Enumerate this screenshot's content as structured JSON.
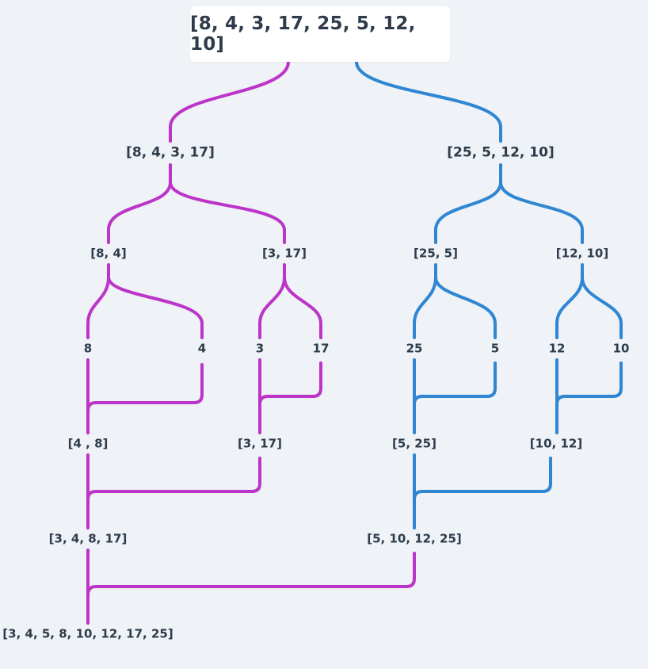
{
  "colors": {
    "left_branch": "#bb35c9",
    "right_branch": "#2f86d2",
    "background": "#eff2f6",
    "text": "#2d3b4a"
  },
  "root": "[8, 4, 3, 17, 25, 5, 12, 10]",
  "split": {
    "level1": [
      "[8, 4, 3, 17]",
      "[25, 5, 12, 10]"
    ],
    "level2": [
      "[8, 4]",
      "[3, 17]",
      "[25, 5]",
      "[12, 10]"
    ],
    "leaves": [
      "8",
      "4",
      "3",
      "17",
      "25",
      "5",
      "12",
      "10"
    ]
  },
  "merge": {
    "level1": [
      "[4 , 8]",
      "[3, 17]",
      "[5, 25]",
      "[10, 12]"
    ],
    "level2": [
      "[3, 4, 8, 17]",
      "[5, 10, 12, 25]"
    ],
    "result": "[3, 4, 5, 8, 10, 12, 17, 25]"
  }
}
